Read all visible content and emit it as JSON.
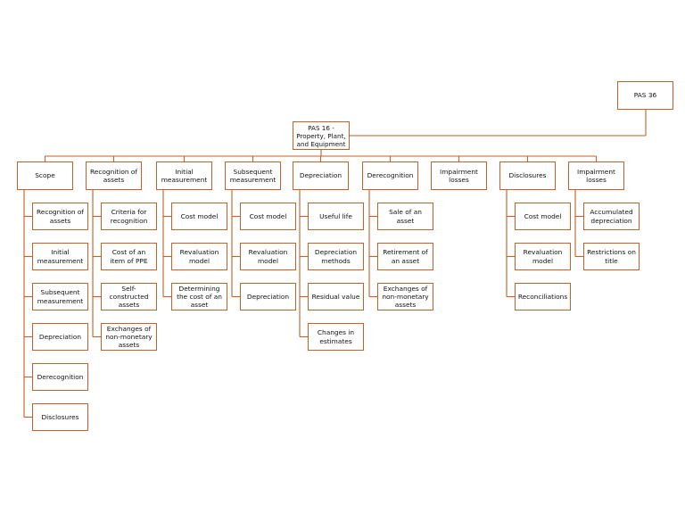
{
  "root": "PAS 36",
  "main": "PAS 16 - Property, Plant, and Equipment",
  "categories": [
    {
      "label": "Scope",
      "children": [
        "Recognition of assets",
        "Initial measurement",
        "Subsequent measurement",
        "Depreciation",
        "Derecognition",
        "Disclosures"
      ]
    },
    {
      "label": "Recognition of assets",
      "children": [
        "Criteria for recognition",
        "Cost of an item of PPE",
        "Self-constructed assets",
        "Exchanges of non-monetary assets"
      ]
    },
    {
      "label": "Initial measurement",
      "children": [
        "Cost model",
        "Revaluation model",
        "Determining the cost of an asset"
      ]
    },
    {
      "label": "Subsequent measurement",
      "children": [
        "Cost model",
        "Revaluation model",
        "Depreciation"
      ]
    },
    {
      "label": "Depreciation",
      "children": [
        "Useful life",
        "Depreciation methods",
        "Residual value",
        "Changes in estimates"
      ]
    },
    {
      "label": "Derecognition",
      "children": [
        "Sale of an asset",
        "Retirement of an asset",
        "Exchanges of non-monetary assets"
      ]
    },
    {
      "label": "Impairment losses",
      "children": []
    },
    {
      "label": "Disclosures",
      "children": [
        "Cost model",
        "Revaluation model",
        "Reconciliations"
      ]
    },
    {
      "label": "Impairment losses",
      "children": [
        "Accumulated depreciation",
        "Restrictions on title"
      ]
    }
  ]
}
